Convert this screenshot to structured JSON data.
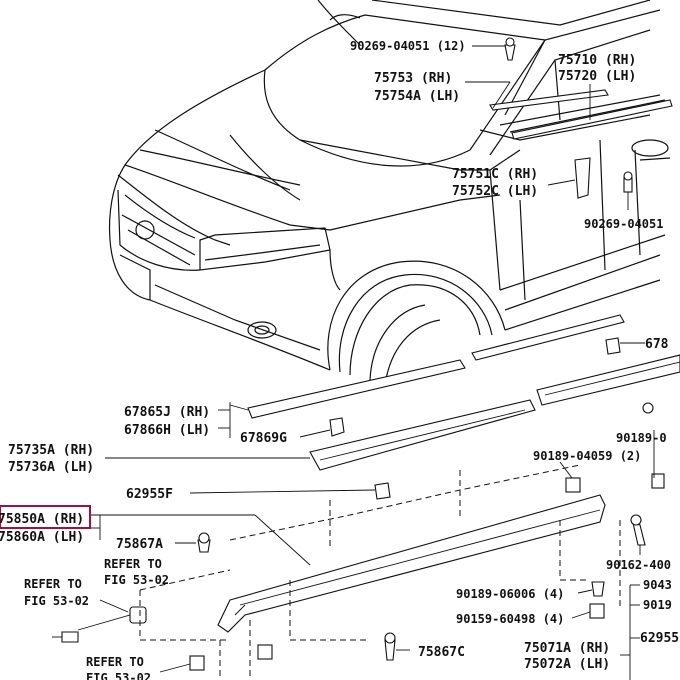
{
  "labels": {
    "bolt_top": "90269-04051 (12)",
    "molding_75710": "75710 (RH)",
    "molding_75720": "75720 (LH)",
    "molding_75753": "75753 (RH)",
    "molding_75754": "75754A (LH)",
    "emblem_75751": "75751C (RH)",
    "emblem_75752": "75752C (LH)",
    "bolt_door": "90269-04051",
    "part_678": "678",
    "part_67865": "67865J (RH)",
    "part_67866": "67866H (LH)",
    "part_67869": "67869G",
    "part_75735": "75735A (RH)",
    "part_75736": "75736A (LH)",
    "part_90189_top": "90189-0",
    "part_90189_04059": "90189-04059 (2)",
    "part_62955F": "62955F",
    "part_75850": "75850A (RH)",
    "part_75860": "75860A (LH)",
    "part_75867A": "75867A",
    "refer_1_a": "REFER TO",
    "refer_1_b": "FIG 53-02",
    "refer_2_a": "REFER TO",
    "refer_2_b": "FIG 53-02",
    "refer_3_a": "REFER TO",
    "refer_3_b": "FIG 53-02",
    "part_90162": "90162-400",
    "part_9043": "9043",
    "part_9019": "9019",
    "part_90189_06006": "90189-06006 (4)",
    "part_90159": "90159-60498 (4)",
    "part_62955": "62955",
    "part_75071": "75071A (RH)",
    "part_75072": "75072A (LH)",
    "part_75867C": "75867C"
  },
  "highlight_color": "#a01040"
}
